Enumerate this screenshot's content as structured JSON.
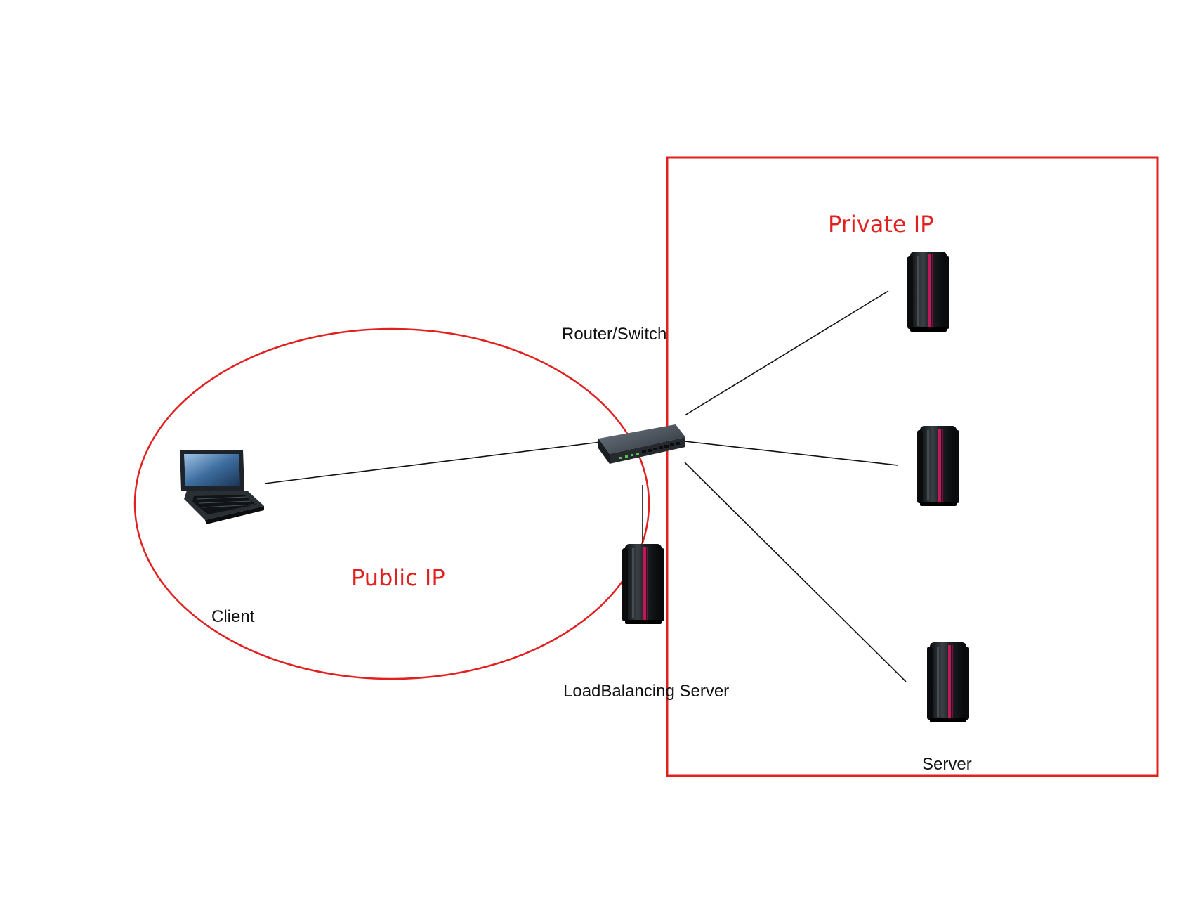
{
  "labels": {
    "router": "Router/Switch",
    "client": "Client",
    "lb_server": "LoadBalancing Server",
    "server": "Server"
  },
  "zones": {
    "public": "Public IP",
    "private": "Private IP"
  },
  "colors": {
    "zone": "#e0211f",
    "link": "#111111",
    "server_body": "#1b1f22",
    "server_accent": "#c2185b"
  },
  "icons": {
    "client": "laptop-icon",
    "router": "network-switch-icon",
    "servers": "server-tower-icon"
  }
}
